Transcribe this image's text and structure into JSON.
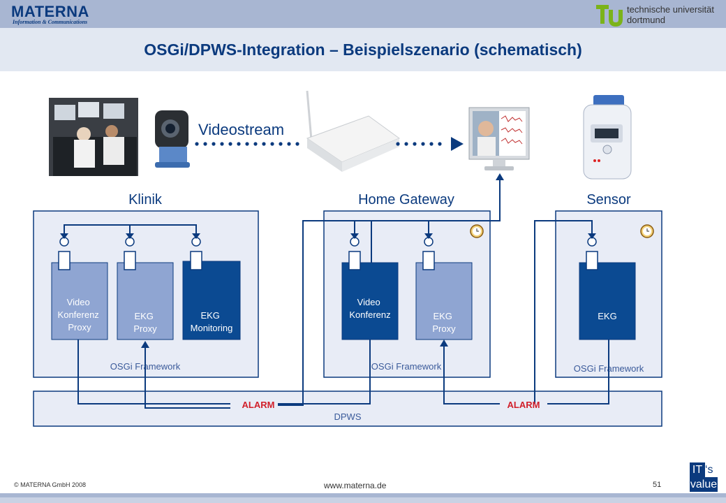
{
  "header": {
    "brand": "MATERNA",
    "brand_sub": "Information & Communications",
    "uni_line1": "technische universität",
    "uni_line2": "dortmund",
    "title": "OSGi/DPWS-Integration – Beispielszenario (schematisch)"
  },
  "diagram": {
    "videostream_label": "Videostream",
    "section_klinik": "Klinik",
    "section_gateway": "Home Gateway",
    "section_sensor": "Sensor",
    "framework_label": "OSGi Framework",
    "dpws_label": "DPWS",
    "alarm_label": "ALARM",
    "klinik_bundles": [
      {
        "lines": [
          "Video",
          "Konferenz",
          "Proxy"
        ]
      },
      {
        "lines": [
          "EKG",
          "Proxy"
        ]
      },
      {
        "lines": [
          "EKG",
          "Monitoring"
        ]
      }
    ],
    "gateway_bundles": [
      {
        "lines": [
          "Video",
          "Konferenz"
        ]
      },
      {
        "lines": [
          "EKG",
          "Proxy"
        ]
      }
    ],
    "sensor_bundles": [
      {
        "lines": [
          "EKG"
        ]
      }
    ],
    "colors": {
      "light_bundle": "#8fa5d2",
      "dark_bundle": "#0b4a92",
      "box_fill": "#e8ecf6",
      "box_stroke": "#0b3a7e",
      "alarm": "#d11f2a"
    }
  },
  "footer": {
    "copyright": "© MATERNA GmbH 2008",
    "url": "www.materna.de",
    "page": "51",
    "badge_it": "IT",
    "badge_s": "‘s",
    "badge_value": "value"
  }
}
